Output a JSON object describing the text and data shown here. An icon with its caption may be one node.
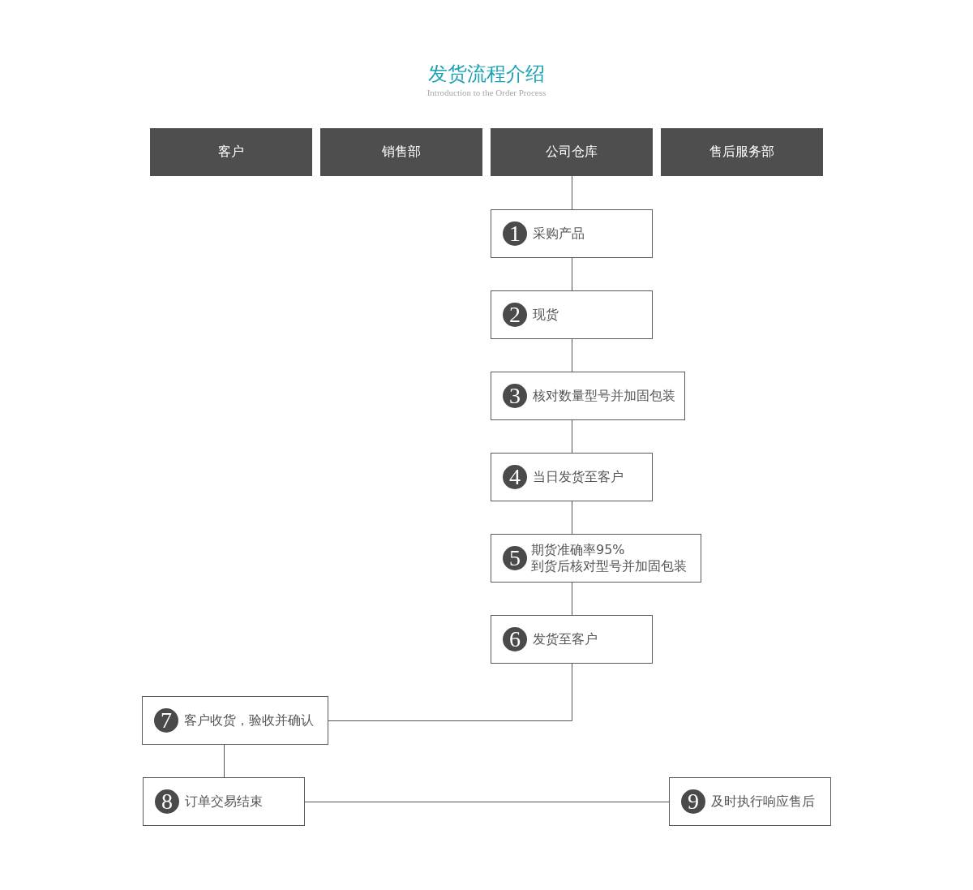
{
  "diagram": {
    "title": "发货流程介绍",
    "nodes": [
      {
        "text": [
          "客户"
        ]
      },
      {
        "text": [
          "销售部"
        ]
      },
      {
        "text": [
          "公司仓库"
        ]
      },
      {
        "text": [
          "售后服务部"
        ]
      },
      {
        "text": [
          "1",
          "采购产品"
        ]
      },
      {
        "text": [
          "2",
          "现货"
        ]
      },
      {
        "text": [
          "3",
          "核对数量型号并加固包装"
        ]
      },
      {
        "text": [
          "4",
          "当日发货至客户"
        ]
      },
      {
        "text": [
          "5",
          "期货准确率95%",
          "到货后核对型号并加固包装"
        ]
      },
      {
        "text": [
          "6",
          "发货至客户"
        ]
      },
      {
        "text": [
          "7",
          "客户收货，验收并确认"
        ]
      },
      {
        "text": [
          "8",
          "订单交易结束"
        ]
      },
      {
        "text": [
          "9",
          "及时执行响应售后"
        ]
      }
    ],
    "edges": [
      {
        "from": 2,
        "to": 4,
        "arrow": "none"
      },
      {
        "from": 4,
        "to": 5,
        "arrow": "none"
      },
      {
        "from": 5,
        "to": 6,
        "arrow": "none"
      },
      {
        "from": 6,
        "to": 7,
        "arrow": "none"
      },
      {
        "from": 7,
        "to": 8,
        "arrow": "none"
      },
      {
        "from": 8,
        "to": 9,
        "arrow": "none"
      },
      {
        "from": 9,
        "to": 10,
        "arrow": "none"
      },
      {
        "from": 10,
        "to": 11,
        "arrow": "none"
      },
      {
        "from": 11,
        "to": 12,
        "arrow": "none"
      }
    ],
    "labels": [
      "Introduction to the Order Process"
    ]
  }
}
